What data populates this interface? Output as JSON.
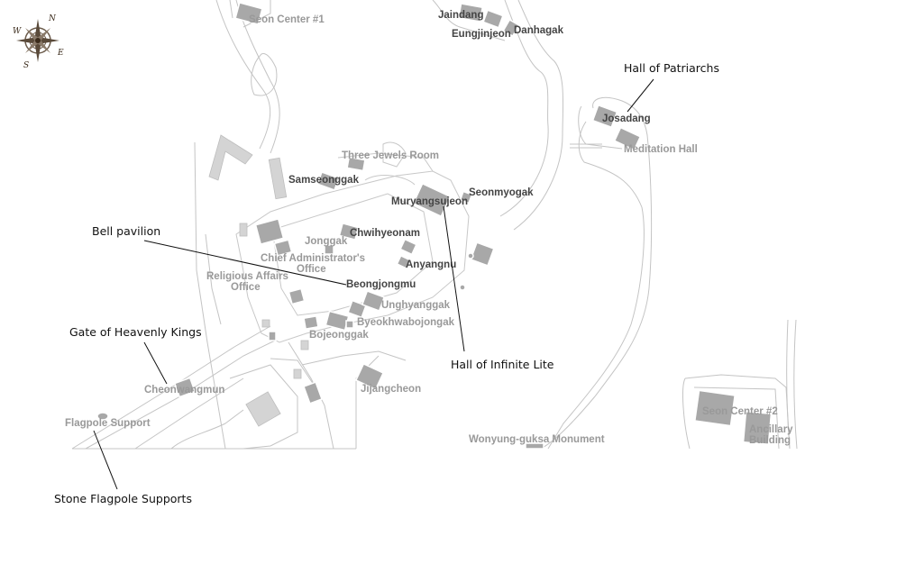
{
  "compass": {
    "n": "N",
    "e": "E",
    "s": "S",
    "w": "W"
  },
  "map_labels": {
    "seon_center_1": "Seon Center #1",
    "jaindang": "Jaindang",
    "eungjinjeon": "Eungjinjeon",
    "danhagak": "Danhagak",
    "josadang": "Josadang",
    "meditation_hall": "Meditation Hall",
    "three_jewels_room": "Three Jewels Room",
    "samseonggak": "Samseonggak",
    "muryangsujeon": "Muryangsujeon",
    "seonmyogak": "Seonmyogak",
    "jonggak": "Jonggak",
    "chwihyeonam": "Chwihyeonam",
    "chief_admin_line1": "Chief Administrator's",
    "chief_admin_line2": "Office",
    "religious_affairs_line1": "Religious Affairs",
    "religious_affairs_line2": "Office",
    "anyangnu": "Anyangnu",
    "beongjongmu": "Beongjongmu",
    "unghyanggak": "Unghyanggak",
    "byeokhwabojongak": "Byeokhwabojongak",
    "bojeonggak": "Bojeonggak",
    "jijangcheon": "Jijangcheon",
    "cheonwangmun": "Cheonwangmun",
    "flagpole_support": "Flagpole Support",
    "wonyung_monument": "Wonyung-guksa Monument",
    "seon_center_2": "Seon Center #2",
    "ancillary_line1": "Ancillary",
    "ancillary_line2": "Building"
  },
  "annotations": {
    "hall_of_patriarchs": "Hall of Patriarchs",
    "bell_pavilion": "Bell pavilion",
    "gate_of_heavenly_kings": "Gate of Heavenly Kings",
    "hall_of_infinite_lite": "Hall of Infinite Lite",
    "stone_flagpole_supports": "Stone Flagpole Supports"
  }
}
